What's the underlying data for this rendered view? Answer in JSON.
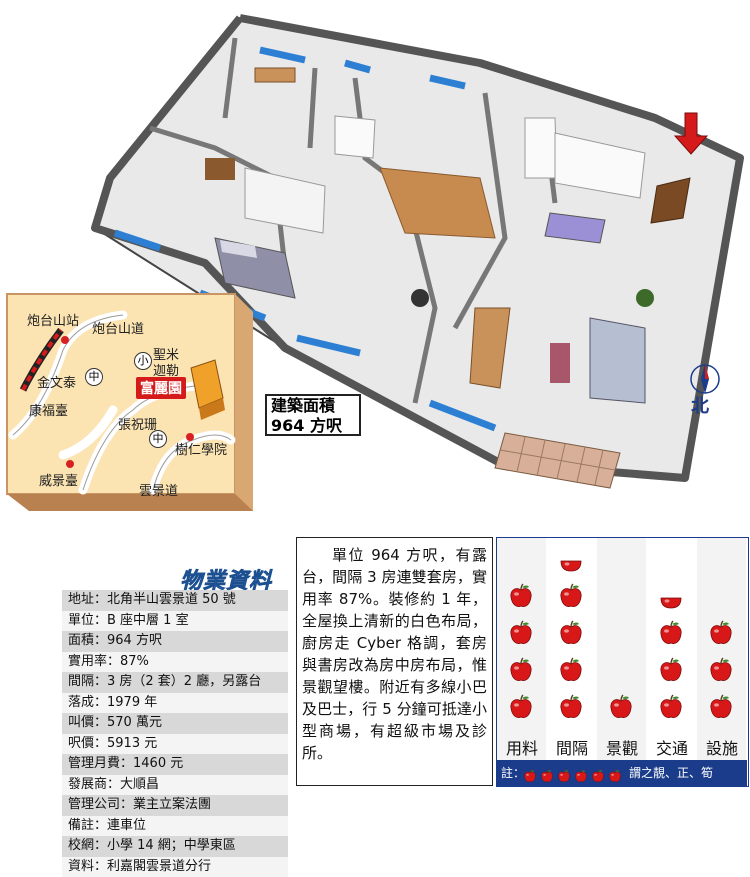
{
  "floorplan": {
    "area_label": "建築面積",
    "area_value": "964 方呎"
  },
  "compass": {
    "label": "北"
  },
  "map": {
    "labels": {
      "station": "炮台山站",
      "road1": "炮台山道",
      "church1": "聖米",
      "church2": "迦勒",
      "school_badge": "小",
      "kamwantai": "金文泰",
      "badge_mid1": "中",
      "highlight": "富麗園",
      "hongfuk": "康福臺",
      "cheungchu": "張祝珊",
      "badge_mid2": "中",
      "shuyan": "樹仁學院",
      "waiking": "威景臺",
      "wanking": "雲景道"
    }
  },
  "property": {
    "title": "物業資料",
    "rows": [
      "地址：北角半山雲景道 50 號",
      "單位：B 座中層 1 室",
      "面積：964 方呎",
      "實用率：87%",
      "間隔：3 房（2 套）2 廳，另露台",
      "落成：1979 年",
      "叫價：570 萬元",
      "呎價：5913 元",
      "管理月費：1460 元",
      "發展商：大順昌",
      "管理公司：業主立案法團",
      "備註：連車位",
      "校網：小學 14 網；中學東區",
      "資料：利嘉閣雲景道分行"
    ]
  },
  "description": "單位 964 方呎，有露台，間隔 3 房連雙套房，實用率 87%。裝修約 1 年，全屋換上清新的白色布局，廚房走 Cyber 格調，套房與書房改為房中房布局，惟景觀望樓。附近有多線小巴及巴士，行 5 分鐘可抵達小型商場，有超級市場及診所。",
  "rating": {
    "categories": [
      "用料",
      "間隔",
      "景觀",
      "交通",
      "設施"
    ],
    "apples": [
      4,
      4.5,
      1,
      3.5,
      3
    ],
    "legend_note": "註：",
    "legend_text": "謂之靚、正、筍",
    "accent": "#1a3c8a",
    "apple_color": "#d81818"
  }
}
